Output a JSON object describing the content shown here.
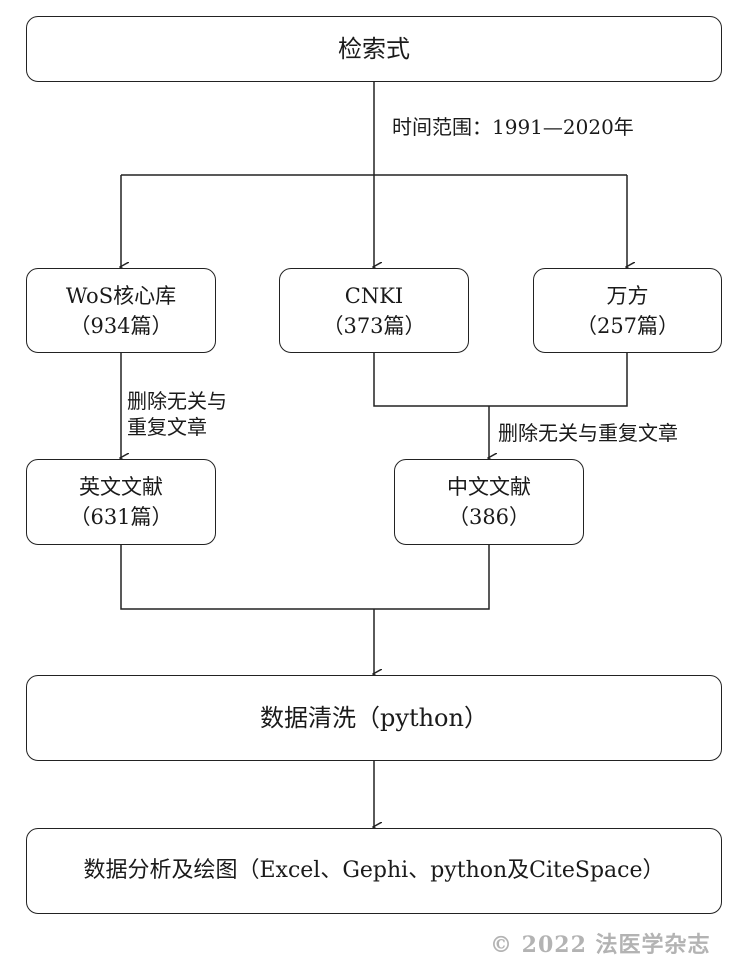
{
  "nodes": {
    "query": {
      "line1": "检索式"
    },
    "wos": {
      "line1": "WoS核心库",
      "line2": "（934篇）"
    },
    "cnki": {
      "line1": "CNKI",
      "line2": "（373篇）"
    },
    "wanfang": {
      "line1": "万方",
      "line2": "（257篇）"
    },
    "english": {
      "line1": "英文文献",
      "line2": "（631篇）"
    },
    "chinese": {
      "line1": "中文文献",
      "line2": "（386）"
    },
    "cleaning": {
      "line1": "数据清洗（python）"
    },
    "analysis": {
      "line1": "数据分析及绘图（Excel、Gephi、python及CiteSpace）"
    }
  },
  "edge_labels": {
    "time_range": "时间范围：1991—2020年",
    "remove_en_line1": "删除无关与",
    "remove_en_line2": "重复文章",
    "remove_cn": "删除无关与重复文章"
  },
  "footer": "© 2022 法医学杂志",
  "colors": {
    "line": "#222222",
    "footer": "#b3b3b3"
  }
}
